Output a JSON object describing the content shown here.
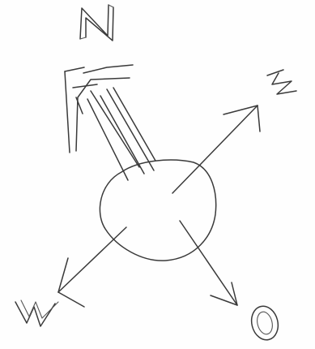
{
  "diagram": {
    "labels": {
      "north": "N",
      "east": "Z",
      "west": "W",
      "south": "O"
    },
    "ink_color": "#3a3a3a"
  }
}
